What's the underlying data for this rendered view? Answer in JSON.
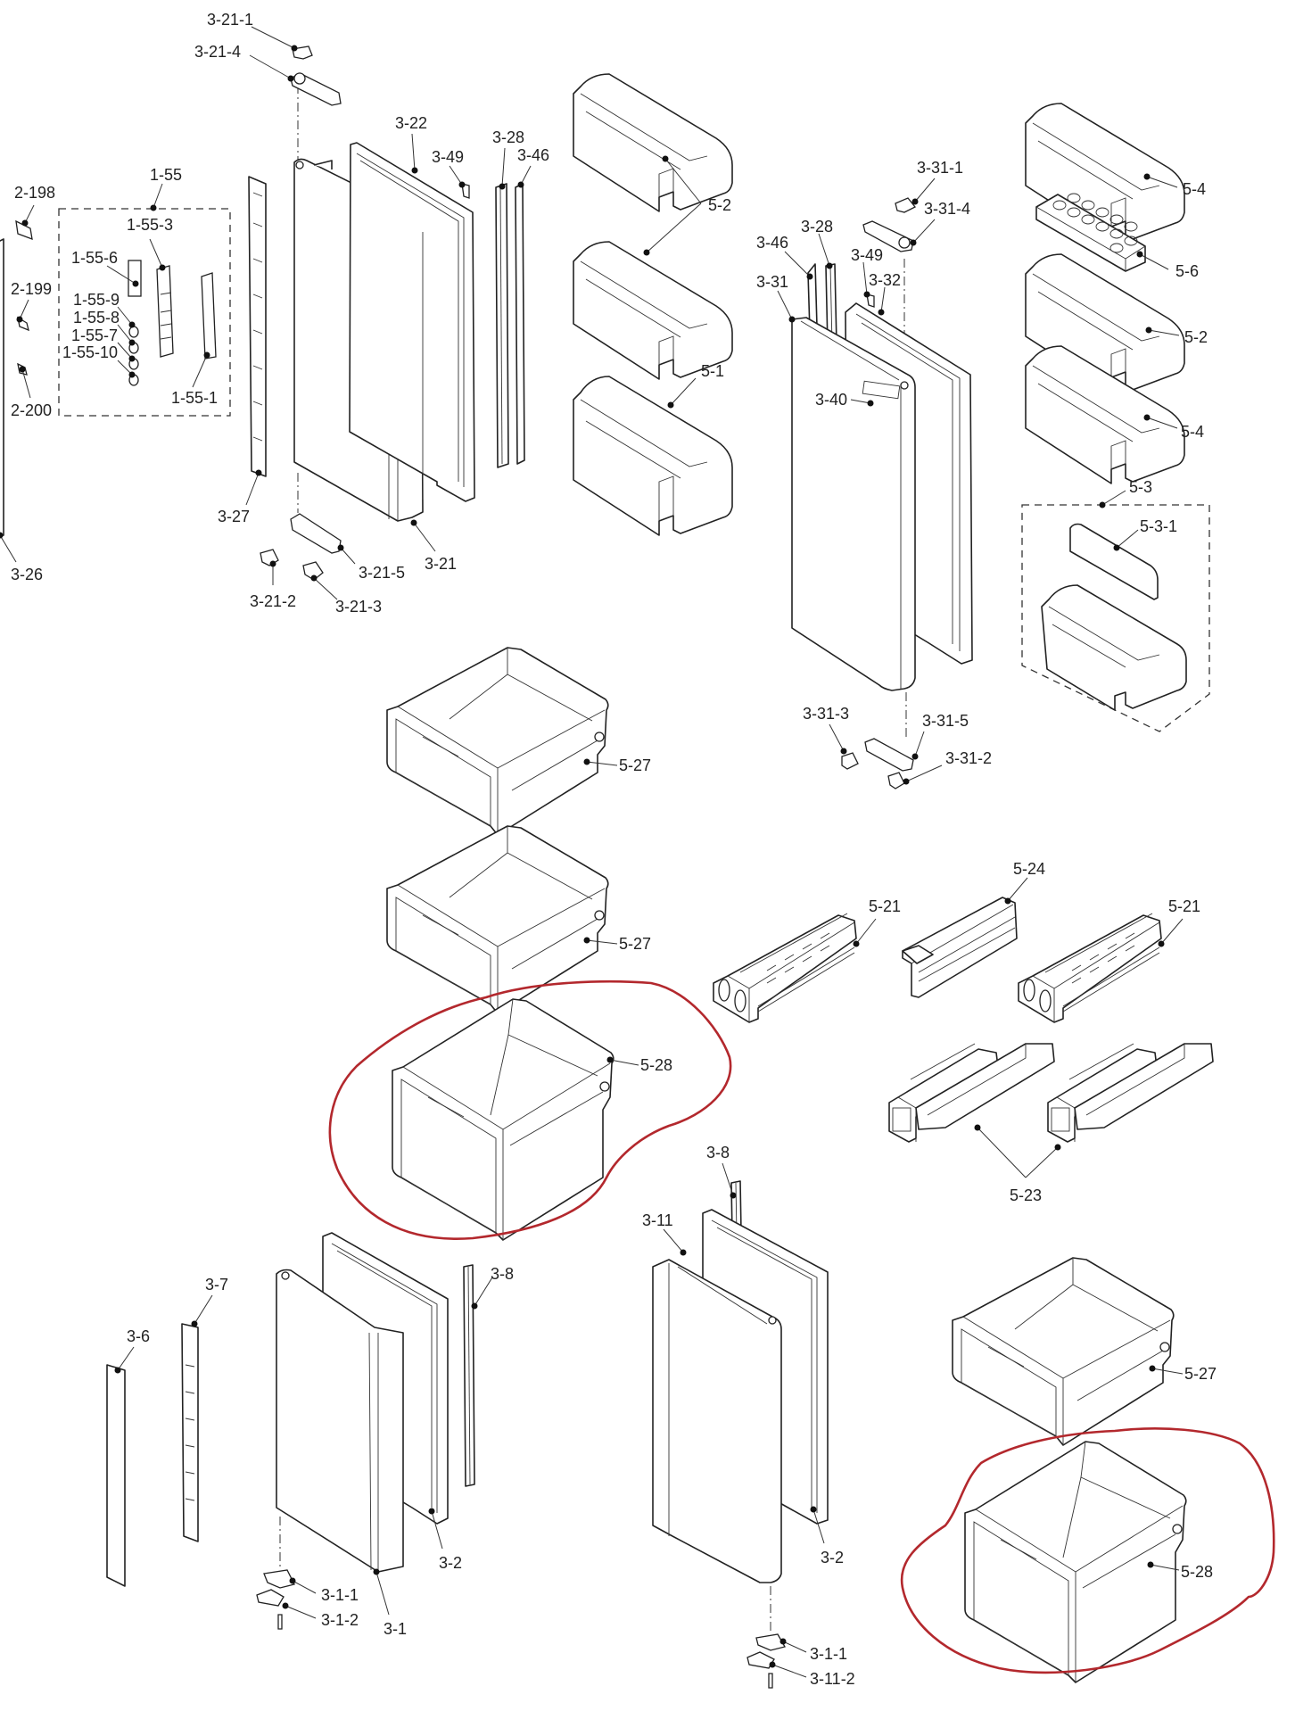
{
  "diagram": {
    "title": "Refrigerator door and storage parts exploded view",
    "highlight_color": "#b3282d",
    "line_color": "#222222",
    "callouts": {
      "c_3_21_1": "3-21-1",
      "c_3_21_4": "3-21-4",
      "c_3_22": "3-22",
      "c_3_49a": "3-49",
      "c_3_28a": "3-28",
      "c_3_46a": "3-46",
      "c_2_198": "2-198",
      "c_1_55": "1-55",
      "c_1_55_3": "1-55-3",
      "c_1_55_6": "1-55-6",
      "c_2_199": "2-199",
      "c_1_55_9": "1-55-9",
      "c_1_55_8": "1-55-8",
      "c_1_55_7": "1-55-7",
      "c_1_55_10": "1-55-10",
      "c_1_55_1": "1-55-1",
      "c_2_200": "2-200",
      "c_3_27": "3-27",
      "c_3_26": "3-26",
      "c_3_21_5": "3-21-5",
      "c_3_21": "3-21",
      "c_3_21_2": "3-21-2",
      "c_3_21_3": "3-21-3",
      "c_5_2a": "5-2",
      "c_5_1": "5-1",
      "c_3_31_1": "3-31-1",
      "c_3_31_4": "3-31-4",
      "c_3_46b": "3-46",
      "c_3_28b": "3-28",
      "c_3_49b": "3-49",
      "c_3_32": "3-32",
      "c_3_31": "3-31",
      "c_3_40": "3-40",
      "c_5_4a": "5-4",
      "c_5_6": "5-6",
      "c_5_2b": "5-2",
      "c_5_4b": "5-4",
      "c_5_3": "5-3",
      "c_5_3_1": "5-3-1",
      "c_3_31_3": "3-31-3",
      "c_3_31_5": "3-31-5",
      "c_3_31_2": "3-31-2",
      "c_5_27a": "5-27",
      "c_5_27b": "5-27",
      "c_5_28a": "5-28",
      "c_5_21a": "5-21",
      "c_5_24": "5-24",
      "c_5_21b": "5-21",
      "c_5_23": "5-23",
      "c_3_8a": "3-8",
      "c_3_11": "3-11",
      "c_3_7": "3-7",
      "c_3_6": "3-6",
      "c_3_8b": "3-8",
      "c_3_2a": "3-2",
      "c_3_1_1a": "3-1-1",
      "c_3_1_2": "3-1-2",
      "c_3_1": "3-1",
      "c_3_2b": "3-2",
      "c_3_1_1b": "3-1-1",
      "c_3_11_2": "3-11-2",
      "c_5_27c": "5-27",
      "c_5_28b": "5-28"
    }
  }
}
